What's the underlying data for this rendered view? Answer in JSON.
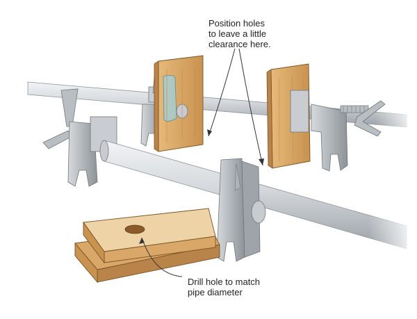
{
  "callouts": {
    "top": {
      "lines": [
        "Position holes",
        "to leave a little",
        "clearance here."
      ]
    },
    "bottom": {
      "lines": [
        "Drill hole to match",
        "pipe diameter"
      ]
    }
  },
  "colors": {
    "pipe": "#d4d8dc",
    "pipe_shadow": "#9aa0a6",
    "clamp_metal": "#b9bec3",
    "clamp_dark": "#8d9398",
    "wood": "#d9a868",
    "wood_dark": "#b8844a",
    "block_light": "#edd3a6",
    "jaw_pad": "#9fd0dc",
    "leader": "#333333"
  }
}
